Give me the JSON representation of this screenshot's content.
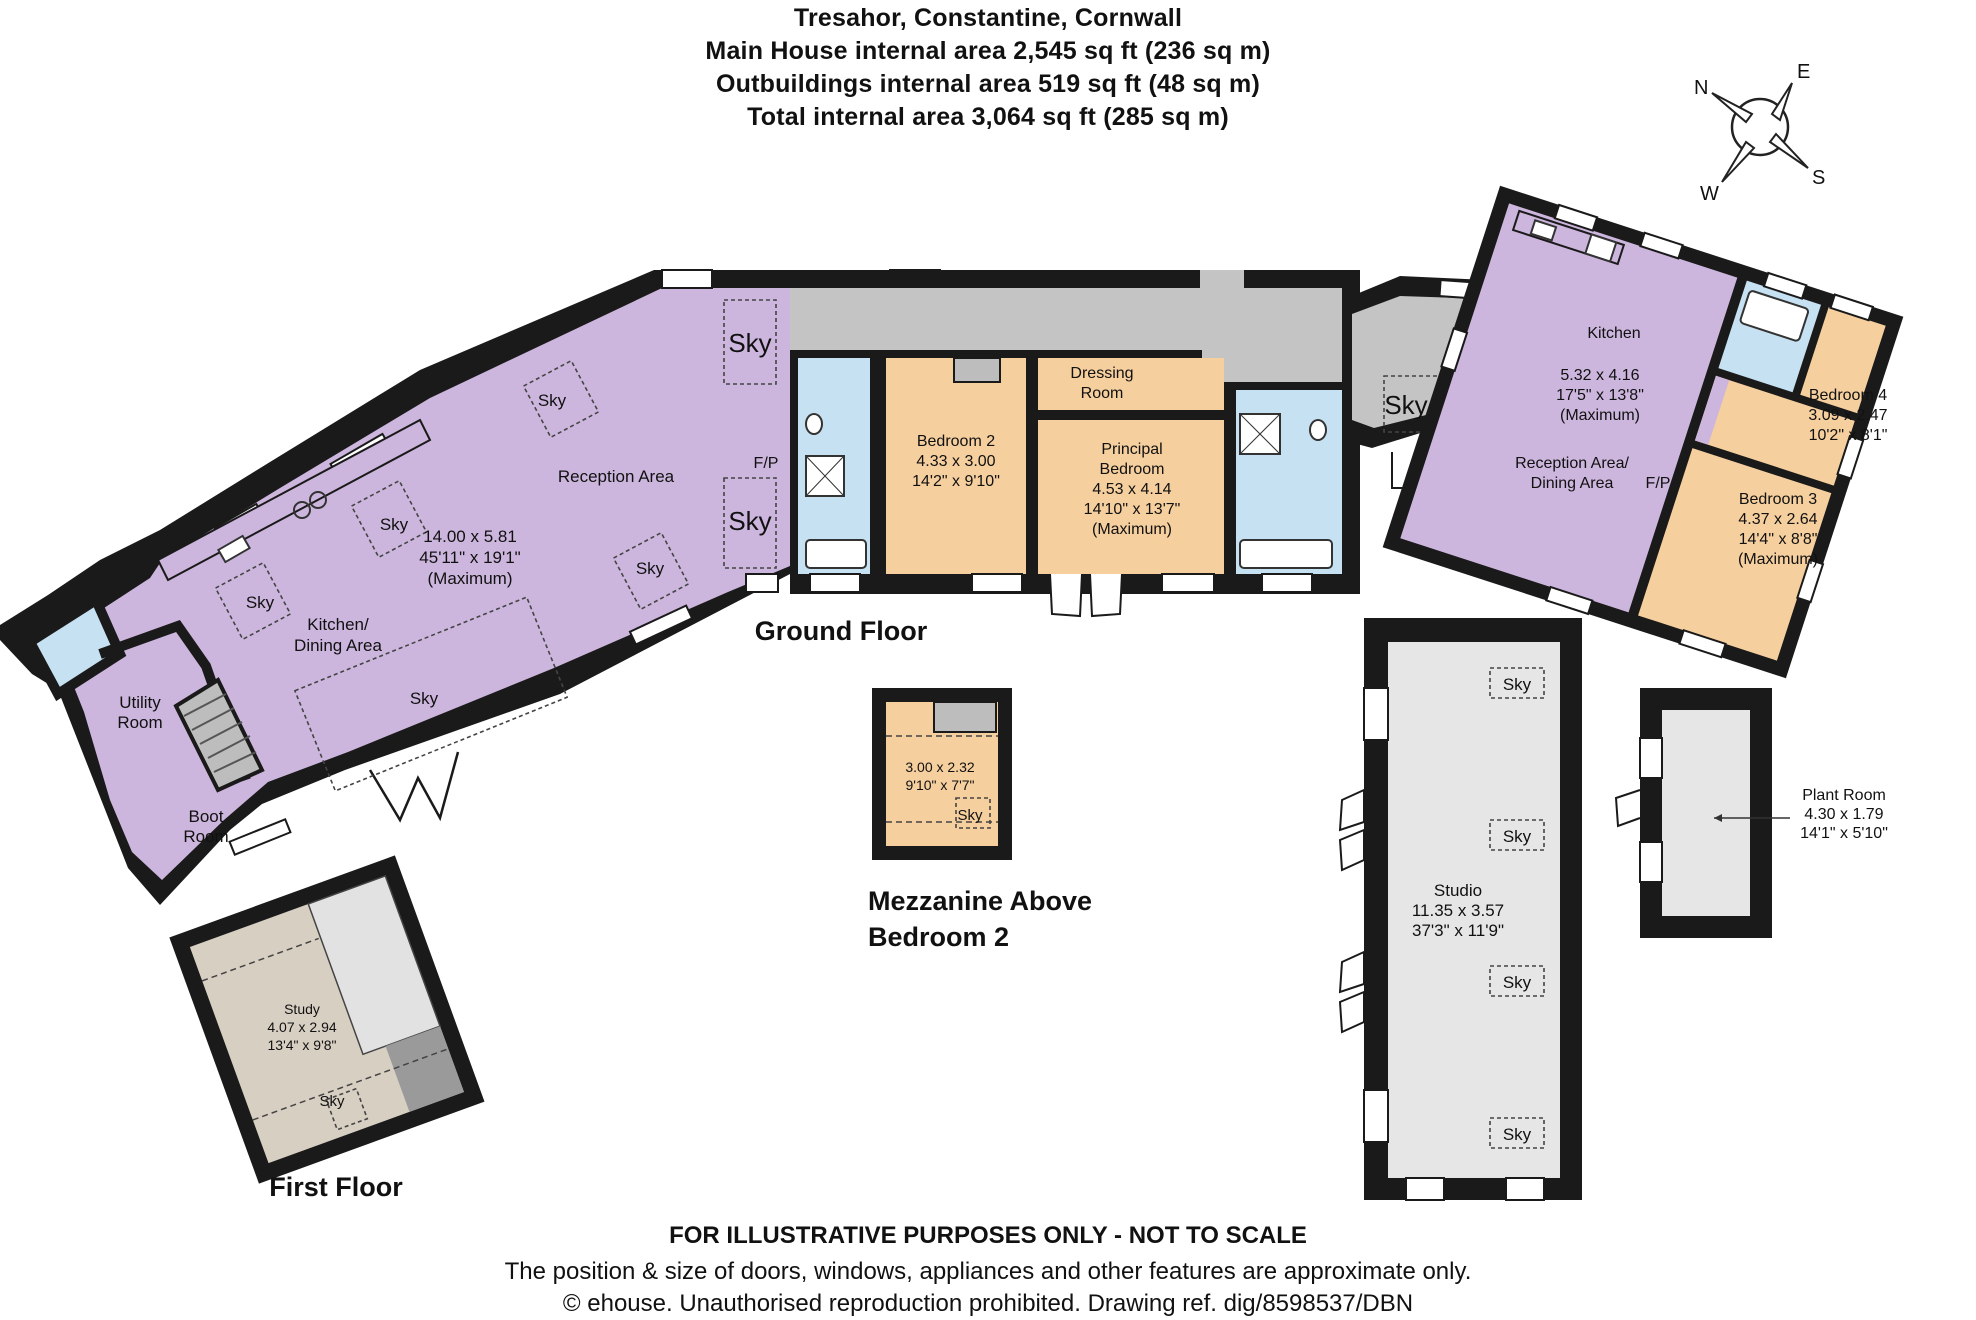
{
  "header": {
    "title": "Tresahor, Constantine, Cornwall",
    "line1": "Main House internal area 2,545 sq ft (236 sq m)",
    "line2": "Outbuildings internal area 519 sq ft (48 sq m)",
    "line3": "Total internal area 3,064 sq ft (285 sq m)"
  },
  "compass": {
    "n": "N",
    "e": "E",
    "s": "S",
    "w": "W"
  },
  "floor_labels": {
    "ground": "Ground Floor",
    "first": "First Floor",
    "mezz1": "Mezzanine Above",
    "mezz2": "Bedroom 2"
  },
  "rooms": {
    "reception": {
      "name": "Reception Area",
      "dim1": "14.00 x 5.81",
      "dim2": "45'11\" x 19'1\"",
      "note": "(Maximum)"
    },
    "kitchen_dining": {
      "name1": "Kitchen/",
      "name2": "Dining Area"
    },
    "utility": {
      "name1": "Utility",
      "name2": "Room"
    },
    "boot": {
      "name1": "Boot",
      "name2": "Room"
    },
    "bedroom2": {
      "name": "Bedroom 2",
      "dim1": "4.33 x 3.00",
      "dim2": "14'2\" x 9'10\""
    },
    "dressing": {
      "name1": "Dressing",
      "name2": "Room"
    },
    "principal": {
      "name1": "Principal",
      "name2": "Bedroom",
      "dim1": "4.53 x 4.14",
      "dim2": "14'10\" x 13'7\"",
      "note": "(Maximum)"
    },
    "kitchen2": {
      "name": "Kitchen",
      "dim1": "5.32 x 4.16",
      "dim2": "17'5\" x 13'8\"",
      "note": "(Maximum)"
    },
    "reception2": {
      "name1": "Reception Area/",
      "name2": "Dining Area"
    },
    "bedroom4": {
      "name": "Bedroom 4",
      "dim1": "3.09 x 2.47",
      "dim2": "10'2\" x 8'1\""
    },
    "bedroom3": {
      "name": "Bedroom 3",
      "dim1": "4.37 x 2.64",
      "dim2": "14'4\" x 8'8\"",
      "note": "(Maximum)"
    },
    "mezzanine": {
      "dim1": "3.00 x 2.32",
      "dim2": "9'10\" x 7'7\""
    },
    "study": {
      "name": "Study",
      "dim1": "4.07 x 2.94",
      "dim2": "13'4\" x 9'8\""
    },
    "studio": {
      "name": "Studio",
      "dim1": "11.35 x 3.57",
      "dim2": "37'3\" x 11'9\""
    },
    "plant": {
      "name": "Plant Room",
      "dim1": "4.30 x 1.79",
      "dim2": "14'1\" x 5'10\""
    }
  },
  "labels": {
    "sky": "Sky",
    "fp": "F/P"
  },
  "footer": {
    "warning": "FOR ILLUSTRATIVE PURPOSES ONLY - NOT TO SCALE",
    "note": "The position & size of doors, windows, appliances and other features are approximate only.",
    "copyright": "© ehouse. Unauthorised reproduction prohibited. Drawing ref. dig/8598537/DBN"
  },
  "colors": {
    "lilac": "#cdb6dd",
    "peach": "#f6cf9e",
    "blue": "#c6e1f1",
    "grey": "#c4c4c4",
    "light_grey": "#e6e6e6",
    "study": "#d8cfc3",
    "wall": "#1a1a1a"
  }
}
